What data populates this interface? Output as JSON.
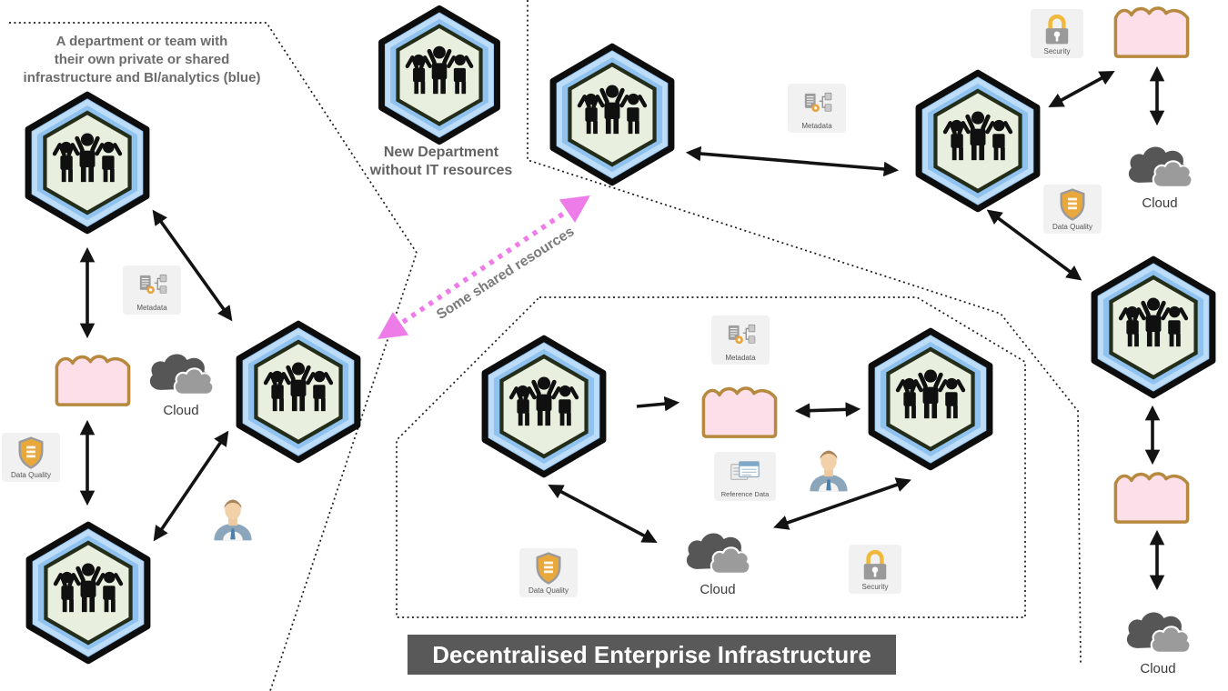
{
  "title": "Decentralised Enterprise Infrastructure",
  "annotations": {
    "left_region_note_lines": [
      "A department or team with",
      "their own private or shared",
      "infrastructure and BI/analytics (blue)"
    ],
    "new_department_lines": [
      "New Department",
      "without IT resources"
    ],
    "shared_resources_label": "Some shared resources"
  },
  "labels": {
    "cloud": "Cloud"
  },
  "badges": {
    "metadata": "Metadata",
    "data_quality": "Data Quality",
    "security": "Security",
    "reference_data": "Reference Data"
  },
  "icons": {
    "hexagon": "team-hexagon-icon",
    "cloud": "cloud-icon",
    "store": "pink-data-store-icon",
    "metadata": "metadata-gear-documents-icon",
    "data_quality": "shield-checklist-icon",
    "security": "padlock-icon",
    "reference_data": "reference-windows-icon",
    "person": "business-person-icon"
  },
  "colors": {
    "hexagon_ring": "#8fc2ef",
    "hexagon_fill": "#e9efde",
    "store_fill": "#fcdfe9",
    "store_border": "#b6893f",
    "cloud_dark": "#565656",
    "cloud_light": "#9b9b9b",
    "shared_arrow_pink": "#ee7ce8",
    "connector_black": "#131313",
    "title_bg": "#595959",
    "note_text": "#6c6c6c"
  }
}
